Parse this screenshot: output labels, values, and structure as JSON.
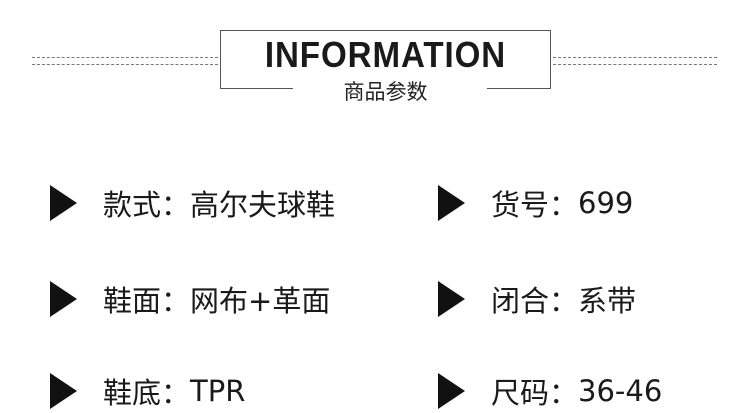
{
  "header": {
    "title": "INFORMATION",
    "subtitle": "商品参数"
  },
  "specs": [
    {
      "label": "款式：",
      "value": "高尔夫球鞋"
    },
    {
      "label": "货号：",
      "value": "699"
    },
    {
      "label": "鞋面：",
      "value": "网布+革面"
    },
    {
      "label": "闭合：",
      "value": "系带"
    },
    {
      "label": "鞋底：",
      "value": "TPR"
    },
    {
      "label": "尺码：",
      "value": "36-46"
    }
  ]
}
